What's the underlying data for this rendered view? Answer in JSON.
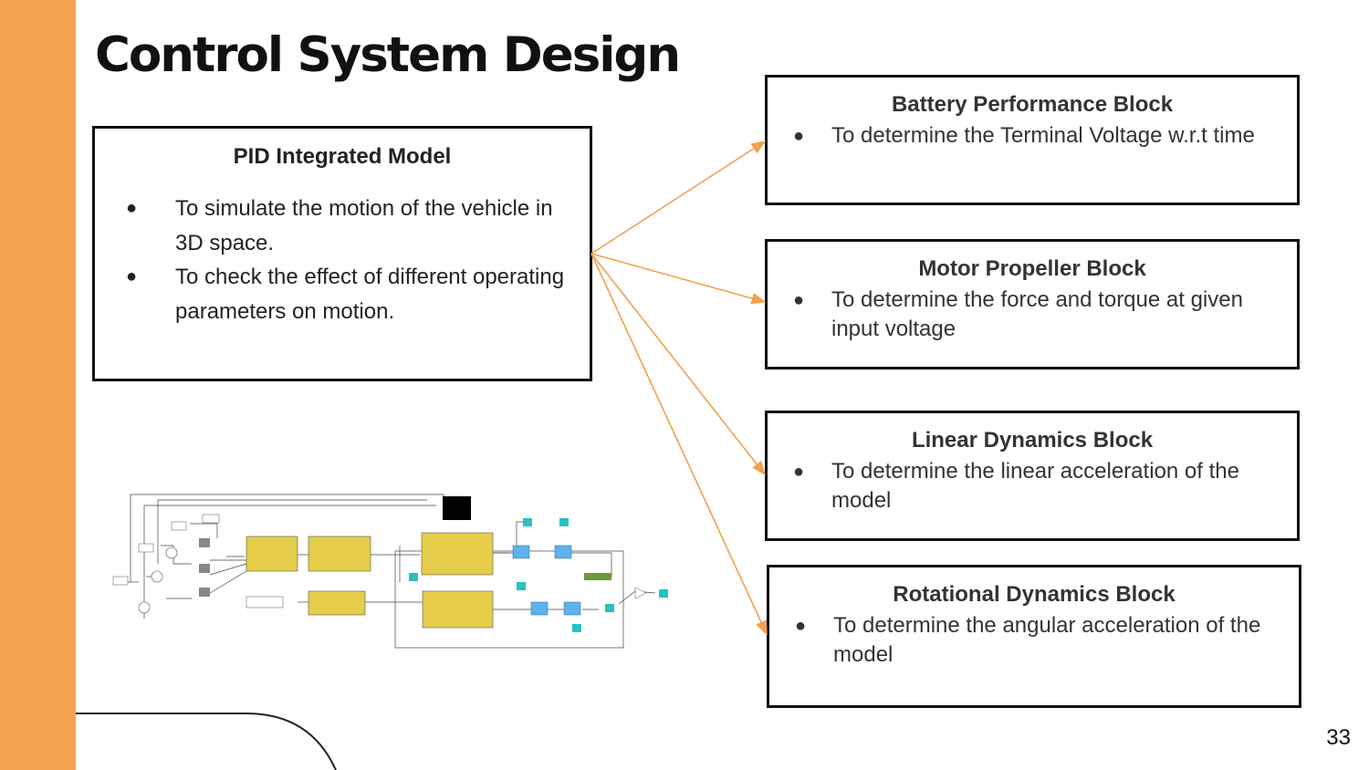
{
  "slide": {
    "title": "Control System Design",
    "page_number": "33",
    "accent_color": "#f5a152"
  },
  "pid_box": {
    "heading": "PID Integrated Model",
    "bullets": [
      "To simulate the motion of the vehicle in 3D space.",
      "To check the effect of different operating parameters on motion."
    ]
  },
  "blocks": [
    {
      "heading": "Battery Performance Block",
      "bullet": "To determine the Terminal Voltage w.r.t time"
    },
    {
      "heading": "Motor Propeller Block",
      "bullet": "To determine the force and torque at given input voltage"
    },
    {
      "heading": "Linear Dynamics Block",
      "bullet": "To determine the linear acceleration of the model"
    },
    {
      "heading": "Rotational Dynamics Block",
      "bullet": "To determine the angular acceleration of the model"
    }
  ],
  "bullet_glyph": "●"
}
